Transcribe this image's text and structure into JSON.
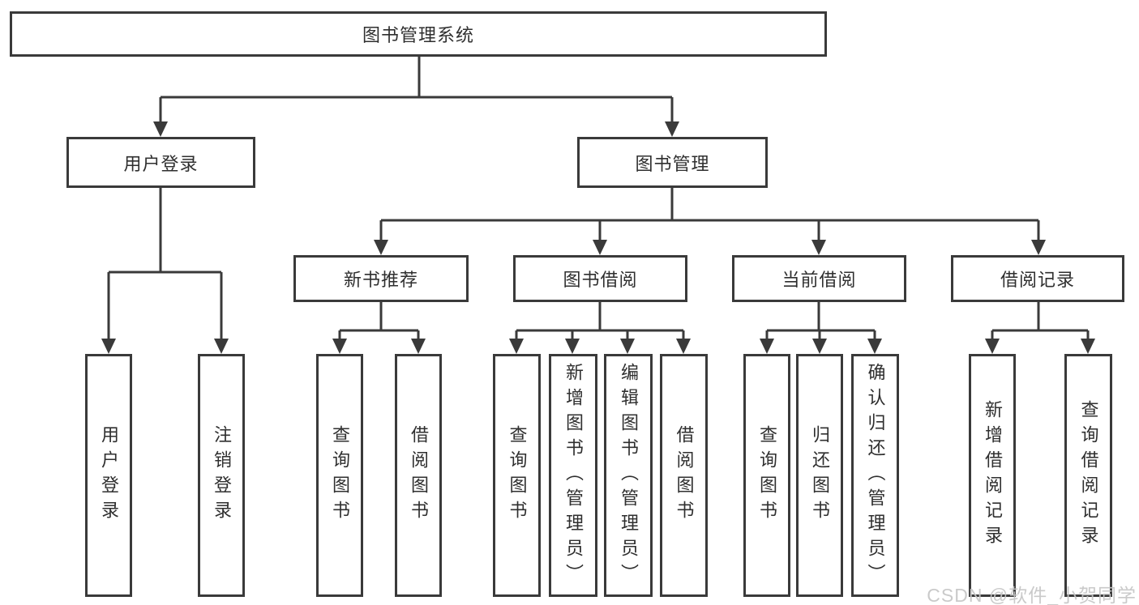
{
  "nodes": {
    "root": "图书管理系统",
    "level1": {
      "user_login": "用户登录",
      "book_mgmt": "图书管理"
    },
    "level2": {
      "new_books": "新书推荐",
      "book_borrow": "图书借阅",
      "current_borrow": "当前借阅",
      "borrow_records": "借阅记录"
    },
    "leaves": {
      "user_login": [
        "用户登录",
        "注销登录"
      ],
      "new_books": [
        "查询图书",
        "借阅图书"
      ],
      "book_borrow": [
        "查询图书",
        "新增图书（管理员）",
        "编辑图书（管理员）",
        "借阅图书"
      ],
      "current_borrow": [
        "查询图书",
        "归还图书",
        "确认归还（管理员）"
      ],
      "borrow_records": [
        "新增借阅记录",
        "查询借阅记录"
      ]
    }
  },
  "watermark": "CSDN @软件_小贺同学",
  "colors": {
    "line": "#3a3a3a",
    "text": "#2f2f2f",
    "box_background": "#ffffff",
    "watermark": "#c5c5c5"
  }
}
